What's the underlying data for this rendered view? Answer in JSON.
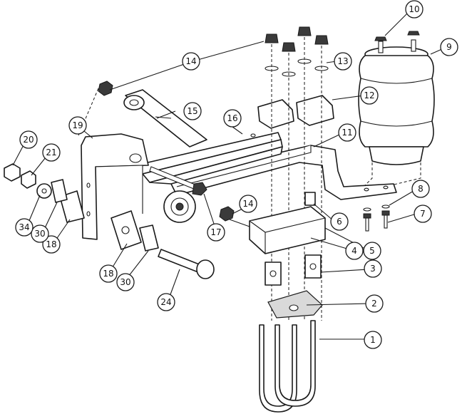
{
  "callouts": [
    {
      "id": "c1",
      "label": "1"
    },
    {
      "id": "c2",
      "label": "2"
    },
    {
      "id": "c3",
      "label": "3"
    },
    {
      "id": "c4",
      "label": "4"
    },
    {
      "id": "c5",
      "label": "5"
    },
    {
      "id": "c6",
      "label": "6"
    },
    {
      "id": "c7",
      "label": "7"
    },
    {
      "id": "c8",
      "label": "8"
    },
    {
      "id": "c9",
      "label": "9"
    },
    {
      "id": "c10",
      "label": "10"
    },
    {
      "id": "c11",
      "label": "11"
    },
    {
      "id": "c12",
      "label": "12"
    },
    {
      "id": "c13",
      "label": "13"
    },
    {
      "id": "c14a",
      "label": "14"
    },
    {
      "id": "c14b",
      "label": "14"
    },
    {
      "id": "c15",
      "label": "15"
    },
    {
      "id": "c16",
      "label": "16"
    },
    {
      "id": "c17",
      "label": "17"
    },
    {
      "id": "c18a",
      "label": "18"
    },
    {
      "id": "c18b",
      "label": "18"
    },
    {
      "id": "c19",
      "label": "19"
    },
    {
      "id": "c20",
      "label": "20"
    },
    {
      "id": "c21",
      "label": "21"
    },
    {
      "id": "c24",
      "label": "24"
    },
    {
      "id": "c30a",
      "label": "30"
    },
    {
      "id": "c30b",
      "label": "30"
    },
    {
      "id": "c34",
      "label": "34"
    }
  ]
}
